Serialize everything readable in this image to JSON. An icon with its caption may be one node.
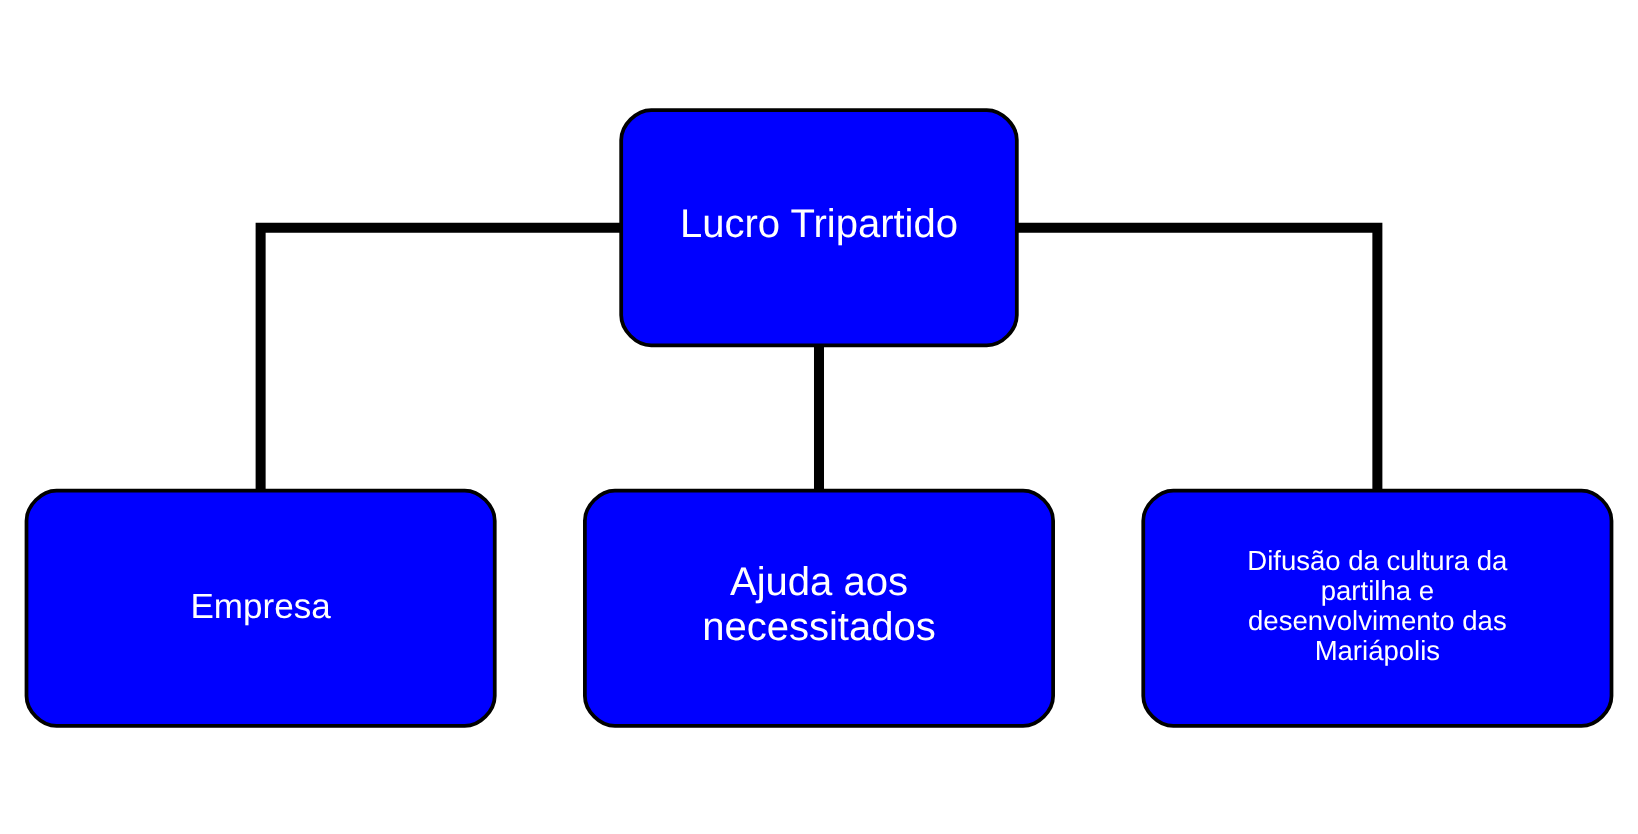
{
  "diagram": {
    "nodes": [
      {
        "text": [
          "Lucro Tripartido"
        ]
      },
      {
        "text": [
          "Empresa"
        ]
      },
      {
        "text": [
          "Ajuda aos necessitados"
        ]
      },
      {
        "text": [
          "Difusão da cultura da partilha e desenvolvimento das Mariápolis"
        ]
      }
    ],
    "edges": [
      {
        "from": 0,
        "to": 1,
        "arrow": "none"
      },
      {
        "from": 0,
        "to": 2,
        "arrow": "none"
      },
      {
        "from": 0,
        "to": 3,
        "arrow": "none"
      }
    ]
  }
}
